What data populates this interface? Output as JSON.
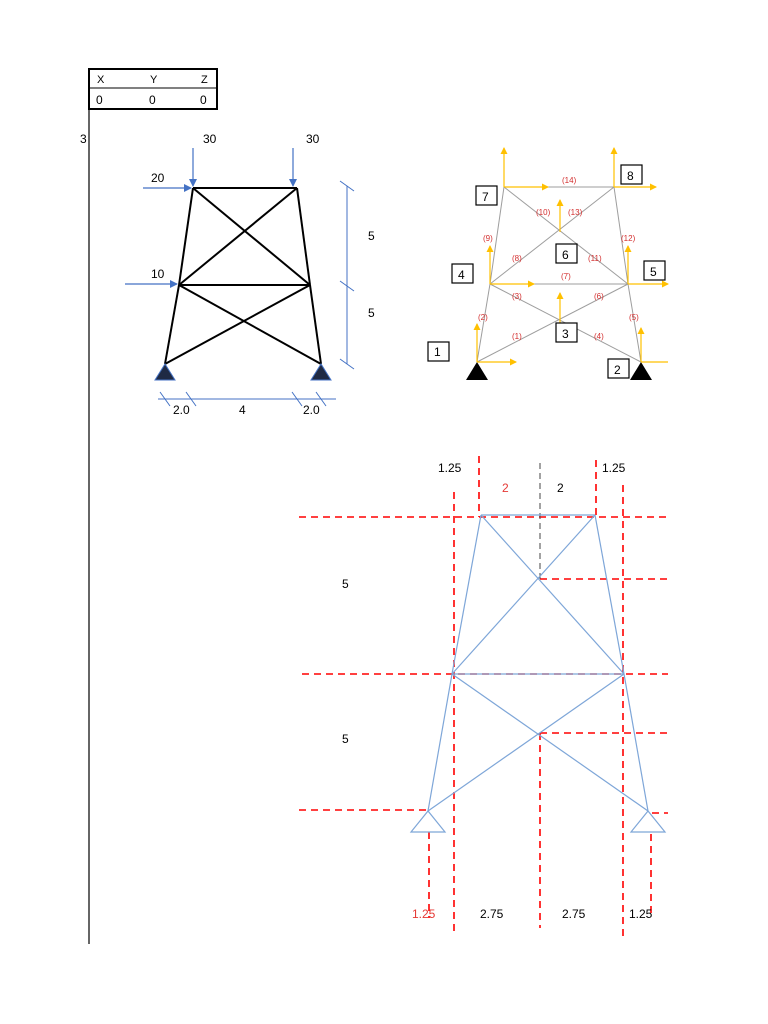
{
  "table": {
    "headers": [
      "X",
      "Y",
      "Z"
    ],
    "values": [
      "0",
      "0",
      "0"
    ]
  },
  "page_number": "3",
  "loaded_truss": {
    "top_loads": [
      "30",
      "30"
    ],
    "side_loads": [
      "20",
      "10"
    ],
    "height_dims": [
      "5",
      "5"
    ],
    "base_dims": [
      "2.0",
      "4",
      "2.0"
    ]
  },
  "numbered_truss": {
    "nodes": [
      "1",
      "2",
      "3",
      "4",
      "5",
      "6",
      "7",
      "8"
    ],
    "members": [
      "(1)",
      "(2)",
      "(3)",
      "(4)",
      "(5)",
      "(6)",
      "(7)",
      "(8)",
      "(9)",
      "(10)",
      "(11)",
      "(12)",
      "(13)",
      "(14)"
    ]
  },
  "geometry_truss": {
    "top_dims": [
      "1.25",
      "2",
      "2",
      "1.25"
    ],
    "height_dims": [
      "5",
      "5"
    ],
    "bottom_dims": [
      "1.25",
      "2.75",
      "2.75",
      "1.25"
    ]
  },
  "colors": {
    "load_arrow": "#4472c4",
    "dof_arrow": "#ffc000",
    "member_label": "#d32f2f",
    "construction_line": "#ff0000",
    "geometry_member": "#7ea6d8"
  }
}
